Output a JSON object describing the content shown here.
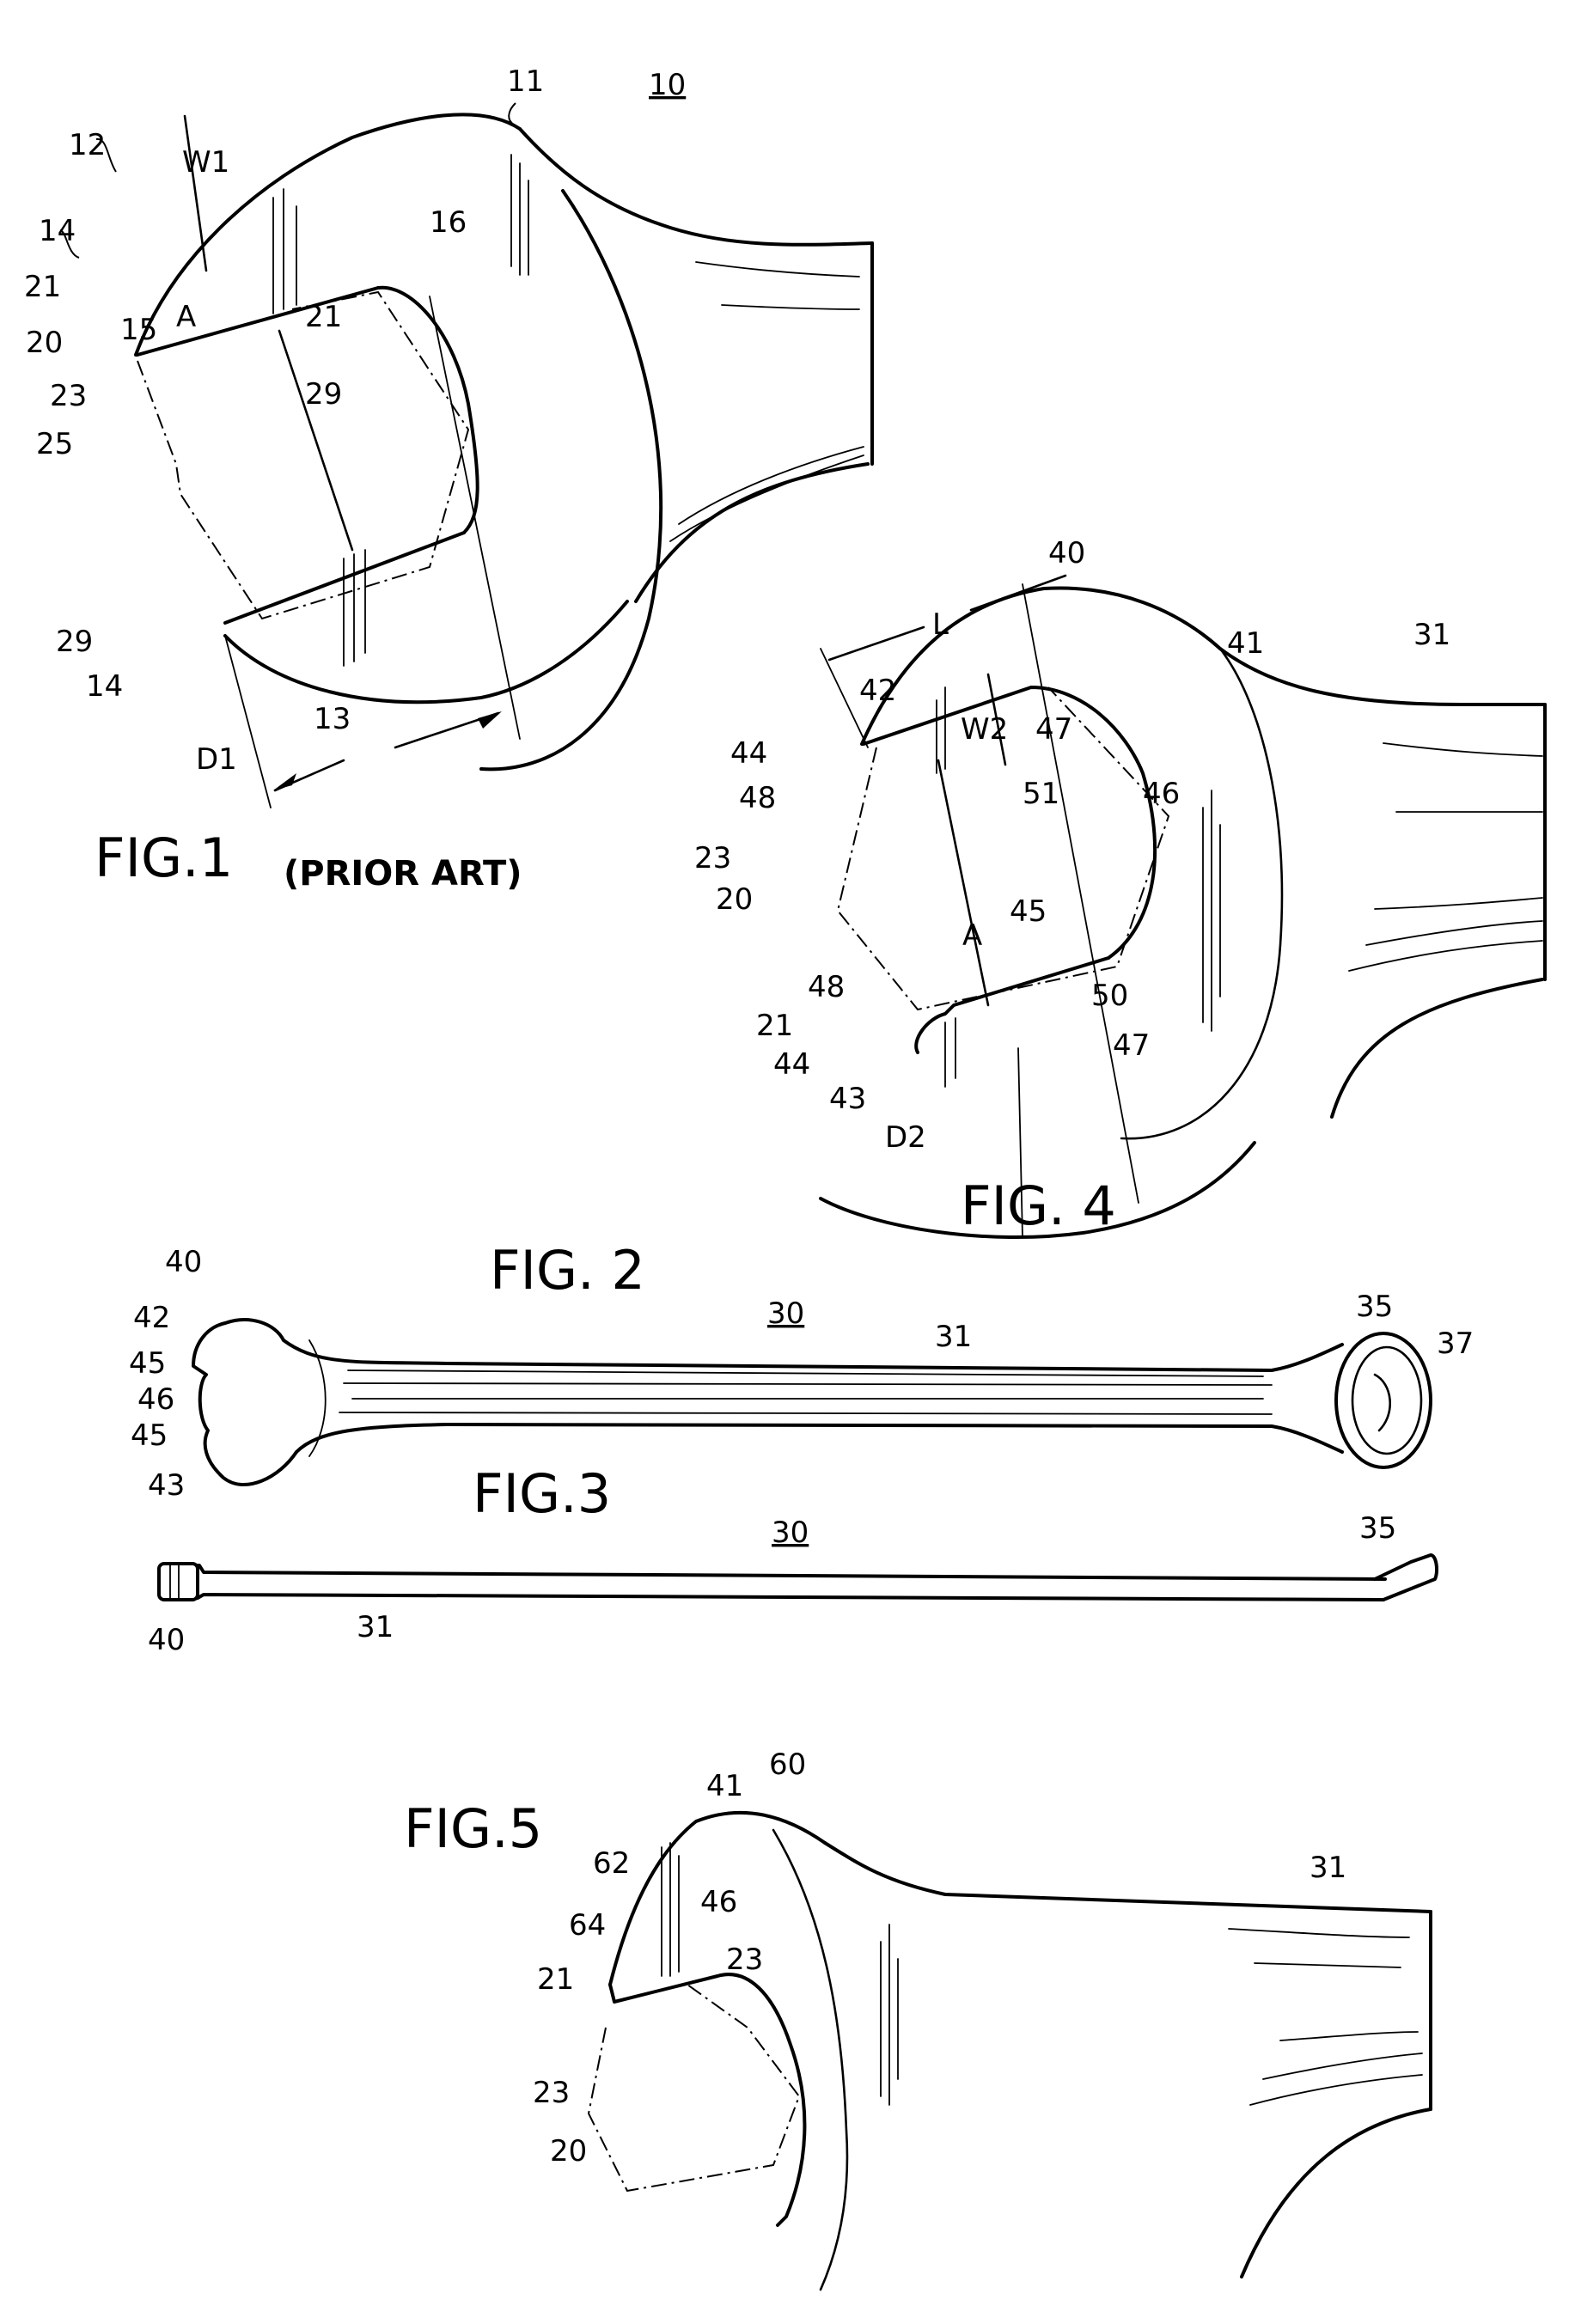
{
  "figures": {
    "fig1": {
      "title": "FIG.1",
      "subtitle": "(PRIOR ART)",
      "assembly_ref": "10",
      "refs": [
        "11",
        "12",
        "14",
        "16",
        "21",
        "20",
        "15",
        "A",
        "21",
        "23",
        "29",
        "25",
        "29",
        "14",
        "13",
        "D1",
        "W1"
      ]
    },
    "fig2": {
      "title": "FIG. 2",
      "assembly_ref": "30",
      "refs": [
        "40",
        "42",
        "45",
        "46",
        "45",
        "43",
        "31",
        "35",
        "37"
      ]
    },
    "fig3": {
      "title": "FIG.3",
      "assembly_ref": "30",
      "refs": [
        "35",
        "40",
        "31"
      ]
    },
    "fig4": {
      "title": "FIG. 4",
      "refs": [
        "40",
        "L",
        "41",
        "42",
        "31",
        "W2",
        "47",
        "44",
        "46",
        "48",
        "51",
        "45",
        "A",
        "23",
        "50",
        "20",
        "48",
        "47",
        "21",
        "44",
        "43",
        "D2"
      ]
    },
    "fig5": {
      "title": "FIG.5",
      "refs": [
        "41",
        "60",
        "62",
        "31",
        "64",
        "46",
        "21",
        "23",
        "23",
        "20"
      ]
    }
  }
}
